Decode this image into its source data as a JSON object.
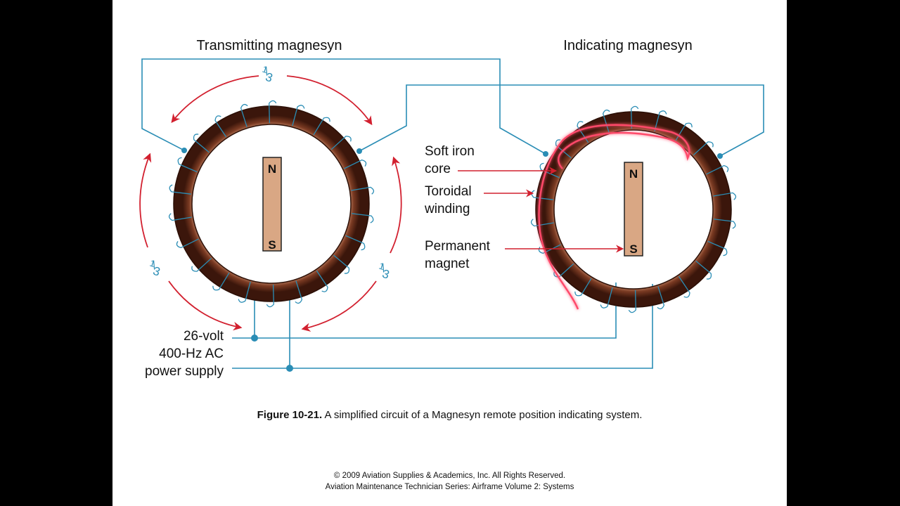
{
  "diagram": {
    "transmitter_title": "Transmitting magnesyn",
    "indicator_title": "Indicating magnesyn",
    "fraction": {
      "num": "1",
      "den": "3"
    },
    "pole_north": "N",
    "pole_south": "S",
    "callouts": {
      "soft_iron_line1": "Soft iron",
      "soft_iron_line2": "core",
      "toroidal_line1": "Toroidal",
      "toroidal_line2": "winding",
      "magnet_line1": "Permanent",
      "magnet_line2": "magnet"
    },
    "power_supply": {
      "line1": "26-volt",
      "line2": "400-Hz AC",
      "line3": "power supply"
    },
    "colors": {
      "wire": "#2a8db5",
      "arrow": "#d2202f",
      "ring": "#7a3a22",
      "magnet": "#d9a784"
    }
  },
  "caption": {
    "label": "Figure 10-21.",
    "text": " A simplified circuit of a Magnesyn remote position indicating system."
  },
  "footer": {
    "line1": "© 2009 Aviation Supplies & Academics, Inc. All Rights Reserved.",
    "line2": "Aviation Maintenance Technician Series: Airframe Volume 2: Systems"
  }
}
